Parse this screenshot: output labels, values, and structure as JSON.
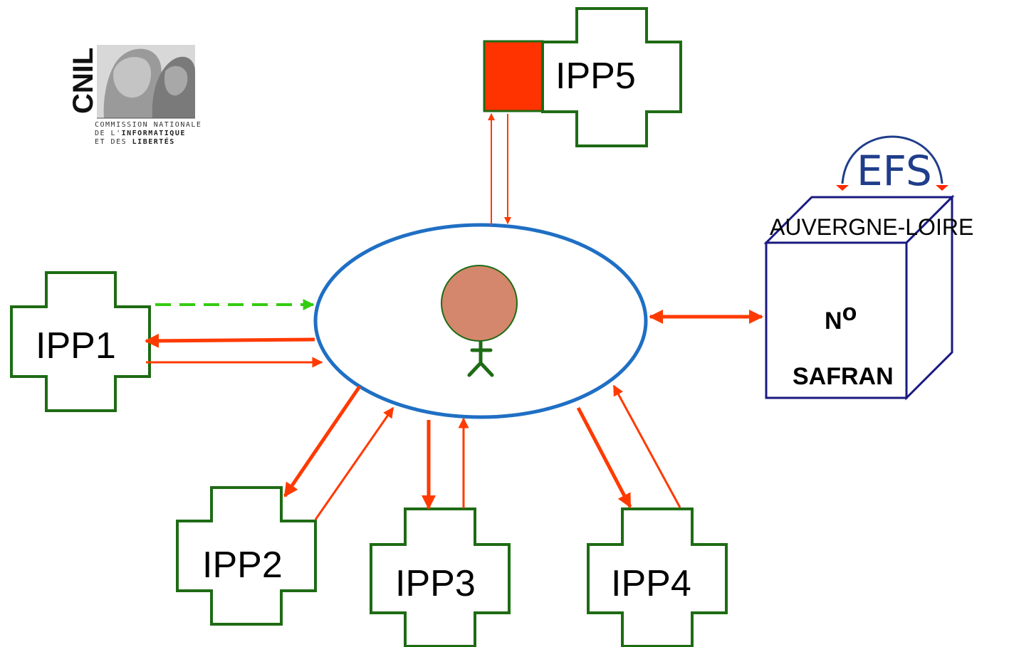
{
  "nodes": {
    "ipp1": "IPP1",
    "ipp2": "IPP2",
    "ipp3": "IPP3",
    "ipp4": "IPP4",
    "ipp5": "IPP5"
  },
  "efs": {
    "logo_text": "EFS",
    "region": "AUVERGNE-LOIRE",
    "number_label": "N",
    "number_superscript": "o",
    "name": "SAFRAN"
  },
  "cnil": {
    "acronym": "CNIL",
    "line1": "COMMISSION NATIONALE",
    "line2_prefix": "DE L'",
    "line2_bold": "INFORMATIQUE",
    "line3_prefix": "ET DES ",
    "line3_bold": "LIBERTÉS"
  },
  "colors": {
    "cross_border": "#1e6b14",
    "ellipse_border": "#1f6fc4",
    "arrow_red": "#ff3a00",
    "arrow_green_dashed": "#33cc11",
    "cube_border": "#1a1a80",
    "patient_head": "#d4876c",
    "patient_body": "#1e6b14",
    "ipp5_square": "#ff3300"
  }
}
